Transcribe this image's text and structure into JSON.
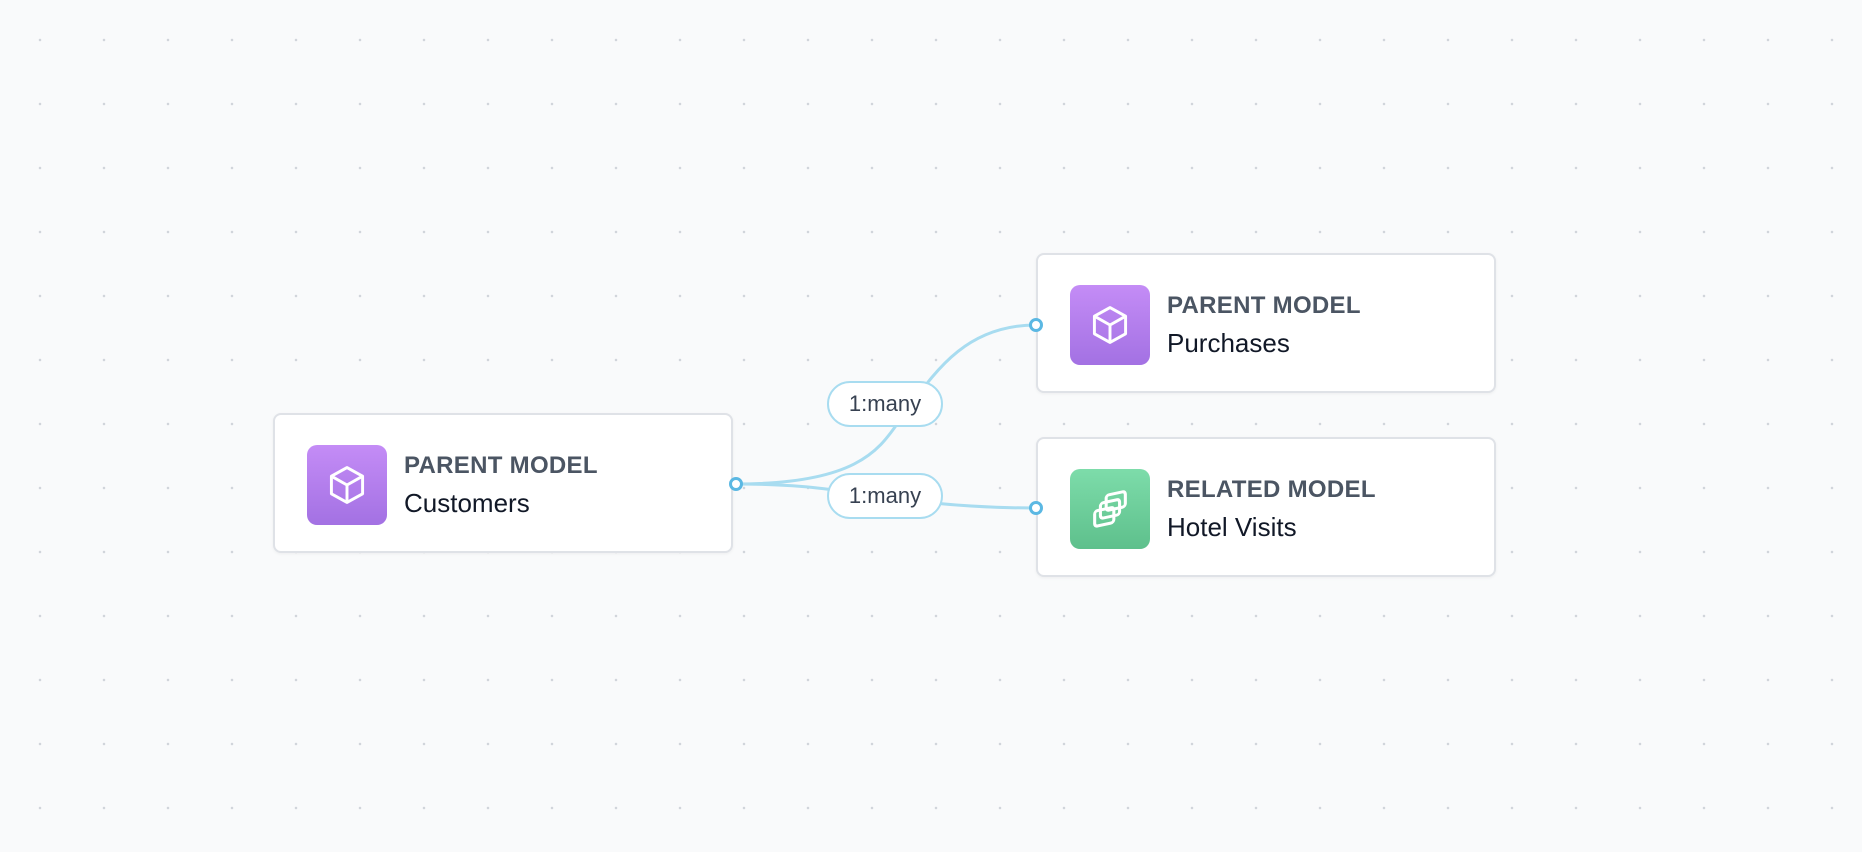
{
  "nodes": [
    {
      "id": "customers",
      "kind": "PARENT MODEL",
      "name": "Customers",
      "icon": "cube-icon",
      "color": "#b07ff0"
    },
    {
      "id": "purchases",
      "kind": "PARENT MODEL",
      "name": "Purchases",
      "icon": "cube-icon",
      "color": "#b07ff0"
    },
    {
      "id": "hotel_visits",
      "kind": "RELATED MODEL",
      "name": "Hotel Visits",
      "icon": "stacked-squares-icon",
      "color": "#6ccd9a"
    }
  ],
  "edges": [
    {
      "from": "customers",
      "to": "purchases",
      "label": "1:many"
    },
    {
      "from": "customers",
      "to": "hotel_visits",
      "label": "1:many"
    }
  ],
  "colors": {
    "edge": "#a8dcf0",
    "handle": "#5bb8e3",
    "canvas": "#f9fafb"
  }
}
